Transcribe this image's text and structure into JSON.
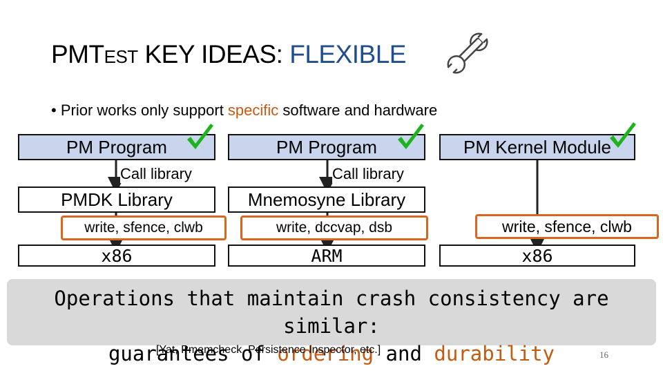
{
  "title": {
    "part1": "PMT",
    "part_sc": "EST",
    "part2": " KEY IDEAS: ",
    "accent": "FLEXIBLE"
  },
  "bullet": {
    "mark": "•",
    "prefix": "Prior works only support ",
    "highlight": "specific",
    "suffix": " software and hardware"
  },
  "columns": [
    {
      "program": "PM Program",
      "call": "Call library",
      "library": "PMDK Library",
      "ops": "write, sfence, clwb",
      "isa": "x86"
    },
    {
      "program": "PM Program",
      "call": "Call library",
      "library": "Mnemosyne Library",
      "ops": "write, dccvap, dsb",
      "isa": "ARM"
    },
    {
      "program": "PM Kernel Module",
      "ops": "write, sfence, clwb",
      "isa": "x86"
    }
  ],
  "icons": {
    "wrench": "wrench-icon",
    "check": "checkmark-icon"
  },
  "colors": {
    "accent_blue": "#1f4e8c",
    "highlight_orange": "#c55a11",
    "check_green": "#1db31d",
    "box_blue": "#c9d5ec",
    "ops_border": "#d9661f"
  },
  "banner": {
    "line1": "Operations that maintain crash consistency are similar:",
    "line2_prefix": "guarantees of ",
    "ordering": "ordering",
    "and": " and ",
    "durability": "durability"
  },
  "citation": "[Yat, Pmemcheck, Persistence Inspector, etc.]",
  "page_number": "16"
}
